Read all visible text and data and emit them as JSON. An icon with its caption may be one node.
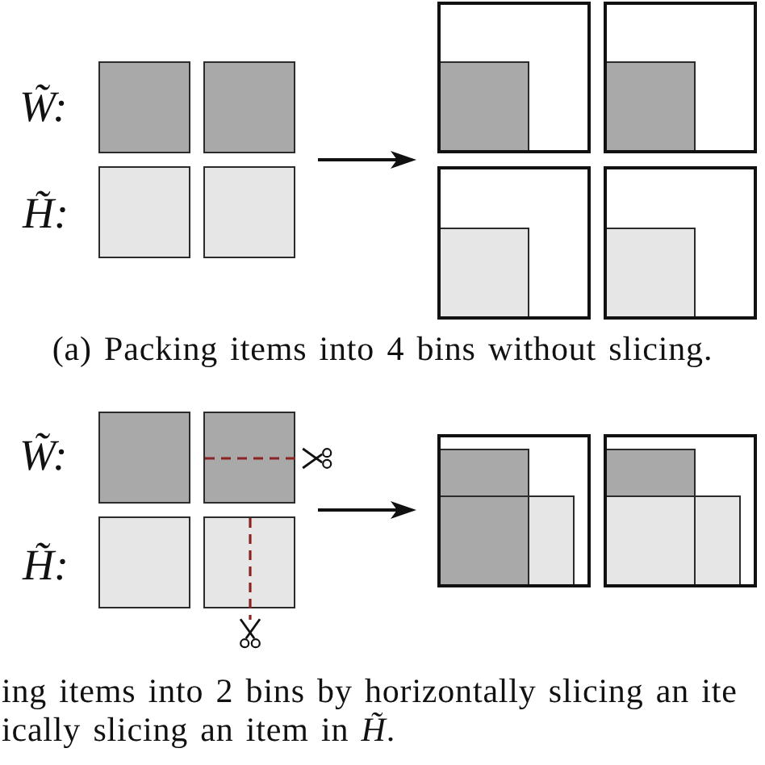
{
  "diagram": {
    "nodes": [
      {
        "text": [],
        "shape": "box"
      },
      {
        "text": [],
        "shape": "box"
      },
      {
        "text": [],
        "shape": "box"
      },
      {
        "text": [],
        "shape": "box"
      },
      {
        "text": [],
        "shape": "box"
      },
      {
        "text": [],
        "shape": "box",
        "in": 4
      },
      {
        "text": [],
        "shape": "box"
      },
      {
        "text": [],
        "shape": "box",
        "in": 6
      },
      {
        "text": [],
        "shape": "box"
      },
      {
        "text": [],
        "shape": "box",
        "in": 8
      },
      {
        "text": [],
        "shape": "box"
      },
      {
        "text": [],
        "shape": "box",
        "in": 10
      },
      {
        "text": [],
        "shape": "box"
      },
      {
        "text": [],
        "shape": "box"
      },
      {
        "text": [],
        "shape": "box"
      },
      {
        "text": [],
        "shape": "box"
      },
      {
        "text": [],
        "shape": "box"
      },
      {
        "text": [],
        "shape": "box",
        "in": 16
      },
      {
        "text": [],
        "shape": "box",
        "in": 16
      },
      {
        "text": [],
        "shape": "box",
        "in": 16
      },
      {
        "text": [],
        "shape": "box"
      },
      {
        "text": [],
        "shape": "box",
        "in": 20
      },
      {
        "text": [],
        "shape": "box",
        "in": 20
      },
      {
        "text": [],
        "shape": "box",
        "in": 20
      }
    ],
    "labels": [
      "W̃:",
      "H̃:",
      "(a) Packing items into 4 bins without slicing.",
      "W̃:",
      "H̃:",
      "ing items into 2 bins by horizontally slicing an ite ically slicing an item in *H̃*."
    ]
  }
}
